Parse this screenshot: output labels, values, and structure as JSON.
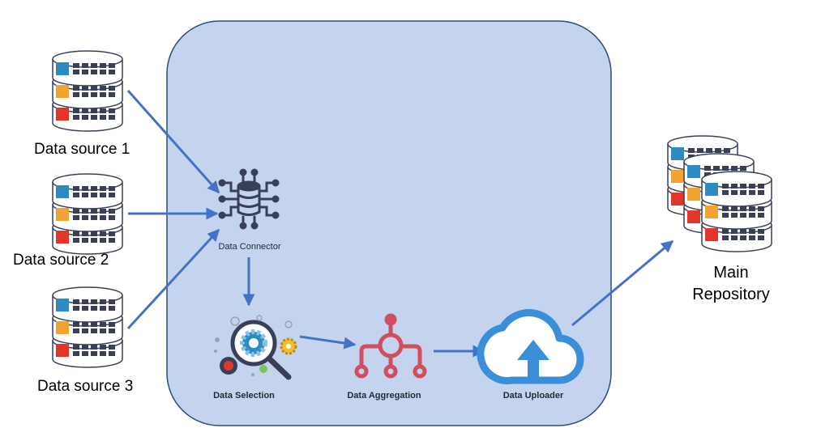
{
  "sources": [
    {
      "label": "Data source 1"
    },
    {
      "label": "Data source 2"
    },
    {
      "label": "Data source 3"
    }
  ],
  "connector": {
    "label": "Data Connector"
  },
  "selection": {
    "label": "Data Selection"
  },
  "aggregation": {
    "label": "Data Aggregation"
  },
  "uploader": {
    "label": "Data Uploader"
  },
  "repository": {
    "label_line1": "Main",
    "label_line2": "Repository"
  },
  "colors": {
    "panel_fill": "#c5d4ee",
    "panel_stroke": "#2f4b7c",
    "arrow": "#4472c4",
    "db_blue": "#2e8bc0",
    "db_yellow": "#f0a330",
    "db_red": "#e0362c",
    "db_dark": "#3a3f58",
    "aggregation": "#cf4f5f",
    "uploader": "#3b8fd9"
  }
}
